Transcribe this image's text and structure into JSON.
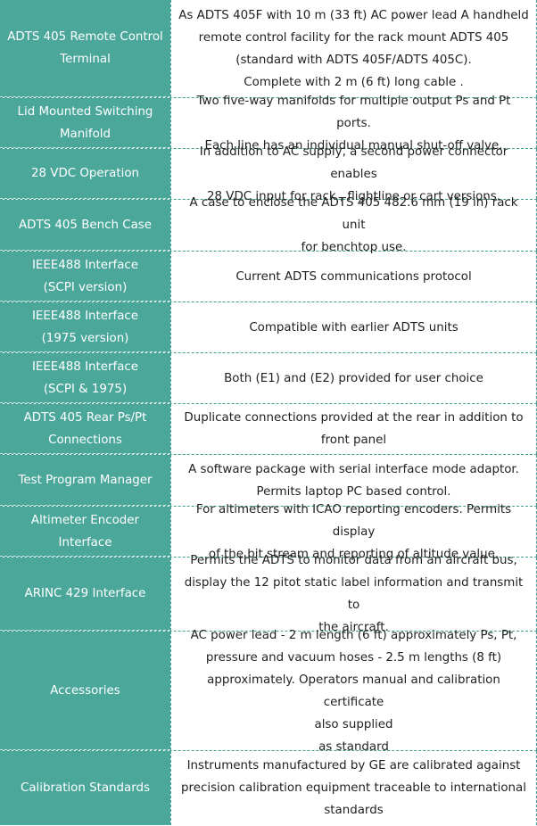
{
  "rows": [
    {
      "label": "ADTS 405 Remote Control\nTerminal",
      "desc": "As ADTS 405F with 10 m (33 ft) AC power lead A handheld\nremote control facility for the rack mount ADTS 405\n(standard with ADTS 405F/ADTS 405C).\nComplete with 2 m (6 ft) long cable ."
    },
    {
      "label": "Lid Mounted Switching\nManifold",
      "desc": "Two five-way manifolds for multiple output Ps and Pt ports.\nEach line  has an individual manual shut-off valve."
    },
    {
      "label": "28 VDC Operation",
      "desc": "In addition to AC supply, a second power connector enables\n28 VDC  input for rack , flightline or cart versions."
    },
    {
      "label": "ADTS 405 Bench Case",
      "desc": "A case to enclose the ADTS 405 482.6 mm (19 in) rack unit\nfor  benchtop use."
    },
    {
      "label": "IEEE488 Interface\n(SCPI version)",
      "desc": "Current ADTS communications protocol"
    },
    {
      "label": "IEEE488 Interface\n(1975 version)",
      "desc": "Compatible with earlier ADTS units"
    },
    {
      "label": "IEEE488 Interface\n(SCPI & 1975)",
      "desc": "Both (E1) and (E2) provided for user choice"
    },
    {
      "label": "ADTS 405 Rear Ps/Pt\nConnections",
      "desc": "Duplicate connections provided at the rear in addition to\nfront panel"
    },
    {
      "label": "Test Program Manager",
      "desc": "A software package with serial interface mode adaptor.\nPermits laptop PC based control."
    },
    {
      "label": "Altimeter Encoder\nInterface",
      "desc": "For altimeters with ICAO reporting encoders. Permits display\nof the  bit stream and reporting of altitude value."
    },
    {
      "label": "ARINC 429 Interface",
      "desc": "Permits the ADTS to monitor data from an aircraft bus,\ndisplay the 12 pitot static label information and transmit to\nthe aircraft."
    },
    {
      "label": "Accessories",
      "desc": "AC power lead - 2 m length (6 ft) approximately Ps, Pt,\npressure and vacuum hoses - 2.5 m lengths (8 ft)\napproximately. Operators manual and calibration certificate\nalso supplied\nas standard"
    },
    {
      "label": "Calibration Standards",
      "desc": "Instruments manufactured by GE are calibrated against\nprecision calibration equipment traceable to international\nstandards"
    }
  ]
}
